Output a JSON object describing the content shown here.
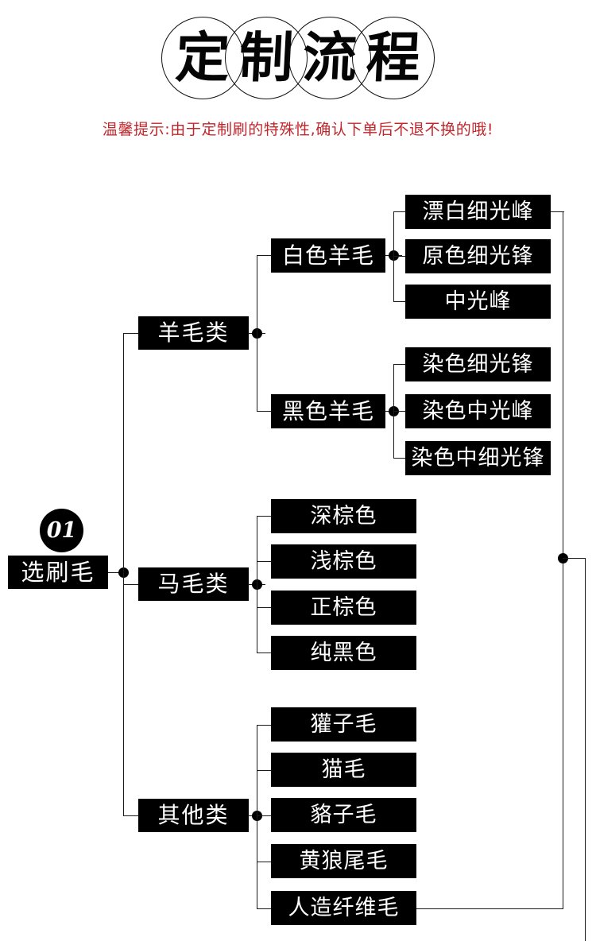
{
  "header": {
    "title_chars": [
      "定",
      "制",
      "流",
      "程"
    ],
    "title_full": "定制流程",
    "subtitle": "温馨提示:由于定制刷的特殊性,确认下单后不退不换的哦!",
    "subtitle_color": "#c0262b"
  },
  "colors": {
    "node_bg": "#000000",
    "node_text": "#ffffff",
    "line": "#1a1a1a",
    "page_bg": "#ffffff",
    "warning": "#c0262b"
  },
  "step": {
    "number": "01",
    "label": "选刷毛"
  },
  "branches": [
    {
      "label": "羊毛类",
      "subgroups": [
        {
          "label": "白色羊毛",
          "leaves": [
            "漂白细光峰",
            "原色细光锋",
            "中光峰"
          ]
        },
        {
          "label": "黑色羊毛",
          "leaves": [
            "染色细光锋",
            "染色中光峰",
            "染色中细光锋"
          ]
        }
      ]
    },
    {
      "label": "马毛类",
      "leaves": [
        "深棕色",
        "浅棕色",
        "正棕色",
        "纯黑色"
      ]
    },
    {
      "label": "其他类",
      "leaves": [
        "獾子毛",
        "猫毛",
        "貉子毛",
        "黄狼尾毛",
        "人造纤维毛"
      ]
    }
  ]
}
